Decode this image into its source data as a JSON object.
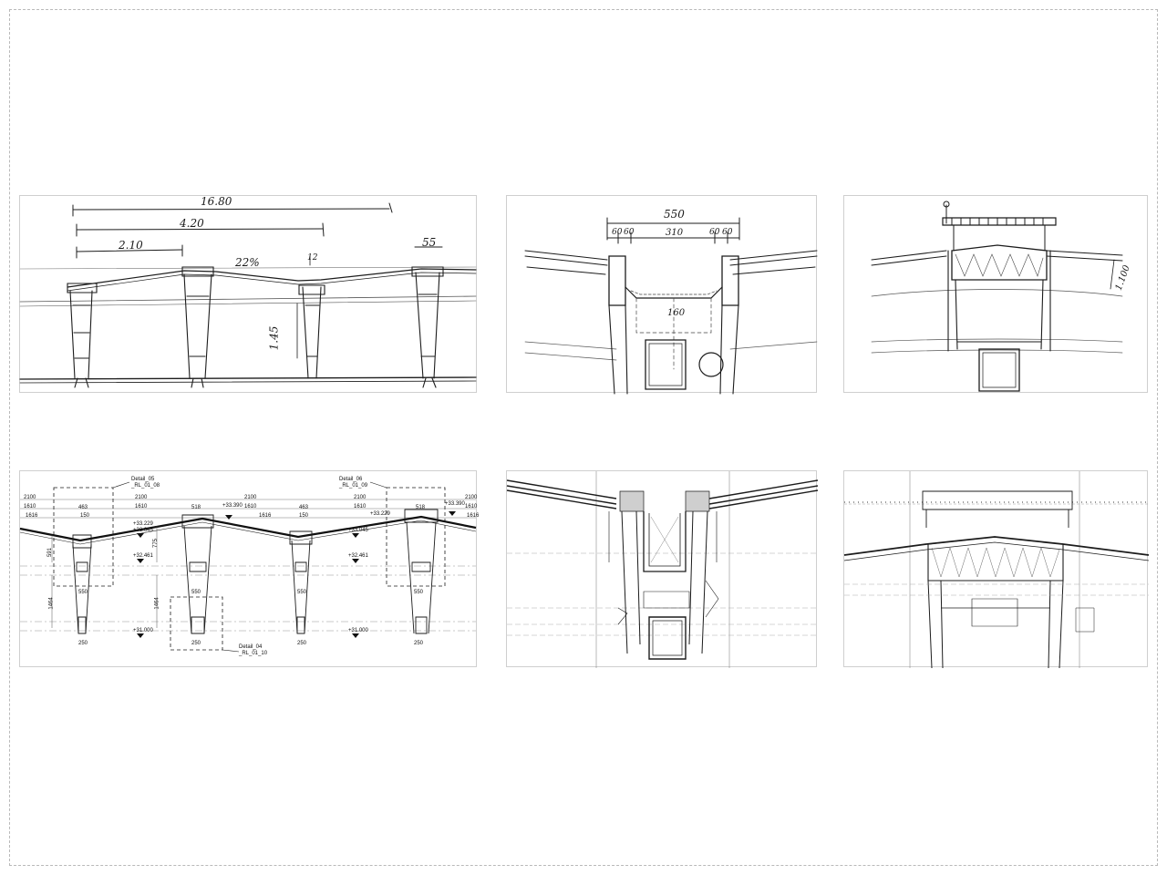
{
  "sketch_elevation": {
    "dim_overall": "16.80",
    "dim_double_span": "4.20",
    "dim_span": "2.10",
    "dim_slope": "22%",
    "dim_upstand": "55",
    "dim_height": "1.45",
    "dim_small": "12"
  },
  "sketch_gutter": {
    "dim_width": "550",
    "dim_segments": [
      "60",
      "60",
      "310",
      "60",
      "60"
    ],
    "dim_depth": "160"
  },
  "sketch_ridge": {
    "dim_height": "1.100"
  },
  "cad_elevation": {
    "callout_left": {
      "title": "Detail_05",
      "ref": "_RL_01_08"
    },
    "callout_right": {
      "title": "Detail_06",
      "ref": "_RL_01_09"
    },
    "callout_bottom": {
      "title": "Detail_04",
      "ref": "_RL_01_10"
    },
    "dims_top": [
      "2100",
      "2100",
      "2100",
      "2100",
      "2100"
    ],
    "dims_second": [
      "1610",
      "1610",
      "1610",
      "1610",
      "1610"
    ],
    "dims_third": [
      "1616",
      "1616",
      "1616"
    ],
    "dims_gutter": [
      "463",
      "518",
      "463",
      "518"
    ],
    "dims_small": [
      "150",
      "150"
    ],
    "levels": [
      "+33.229",
      "+33.390",
      "+33.045",
      "+33.229",
      "+33.390",
      "+33.045",
      "+32.461",
      "+32.461",
      "+31.000",
      "+31.000"
    ],
    "dims_vertical": [
      "591",
      "775",
      "1464",
      "1464"
    ],
    "dims_550": [
      "550",
      "550",
      "550",
      "550"
    ],
    "dims_250": [
      "250",
      "250",
      "250",
      "250"
    ]
  }
}
